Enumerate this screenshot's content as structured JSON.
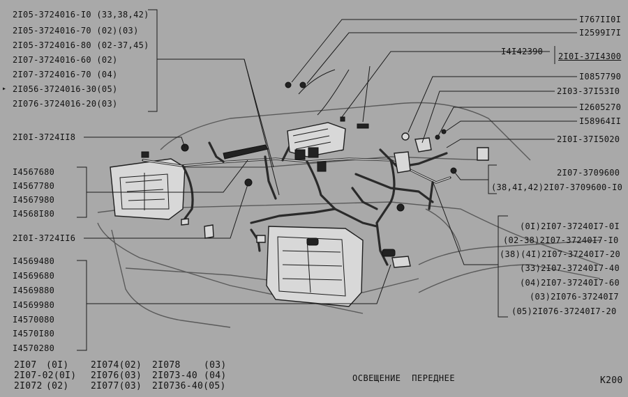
{
  "left_group_top": [
    "2I05-3724016-I0 (33,38,42)",
    "2I05-3724016-70 (02)(03)",
    "2I05-3724016-80 (02-37,45)",
    "2I07-3724016-60 (02)",
    "2I07-3724016-70 (04)",
    "2I056-3724016-30(05)",
    "2I076-3724016-20(03)"
  ],
  "left_mid": {
    "harness": "2I0I-3724II8",
    "harness2": "2I0I-3724II6"
  },
  "left_group_2": [
    "I4567680",
    "I4567780",
    "I4567980",
    "I4568I80"
  ],
  "left_group_3": [
    "I4569480",
    "I4569680",
    "I4569880",
    "I4569980",
    "I4570080",
    "I4570I80",
    "I4570280"
  ],
  "right_labels": {
    "r1": "I767II0I",
    "r2": "I2599I7I",
    "r3": "I4I42390",
    "r3b": "2I0I-37I4300",
    "r4": "I0857790",
    "r5": "2I03-37I53I0",
    "r6": "I2605270",
    "r7": "I58964II",
    "r8": "2I0I-37I5020",
    "r9": "2I07-3709600",
    "r10": "(38,4I,42)2I07-3709600-I0"
  },
  "right_group": [
    "(0I)2I07-37240I7-0I",
    "(02-38)2I07-37240I7-I0",
    "(38)(4I)2I07-37240I7-20",
    "(33)2I07-37240I7-40",
    "(04)2I07-37240I7-60",
    "(03)2I076-37240I7",
    "(05)2I076-37240I7-20"
  ],
  "models": [
    [
      "2I07",
      "(0I)",
      "2I074(02)",
      "2I078",
      "(03)"
    ],
    [
      "2I07-02(0I)",
      "",
      "2I076(03)",
      "2I073-40",
      "(04)"
    ],
    [
      "2I072",
      "(02)",
      "2I077(03)",
      "2I0736-40(05)",
      ""
    ]
  ],
  "caption": "ОСВЕЩЕНИЕ ПЕРЕДНЕЕ",
  "page_code": "K200"
}
